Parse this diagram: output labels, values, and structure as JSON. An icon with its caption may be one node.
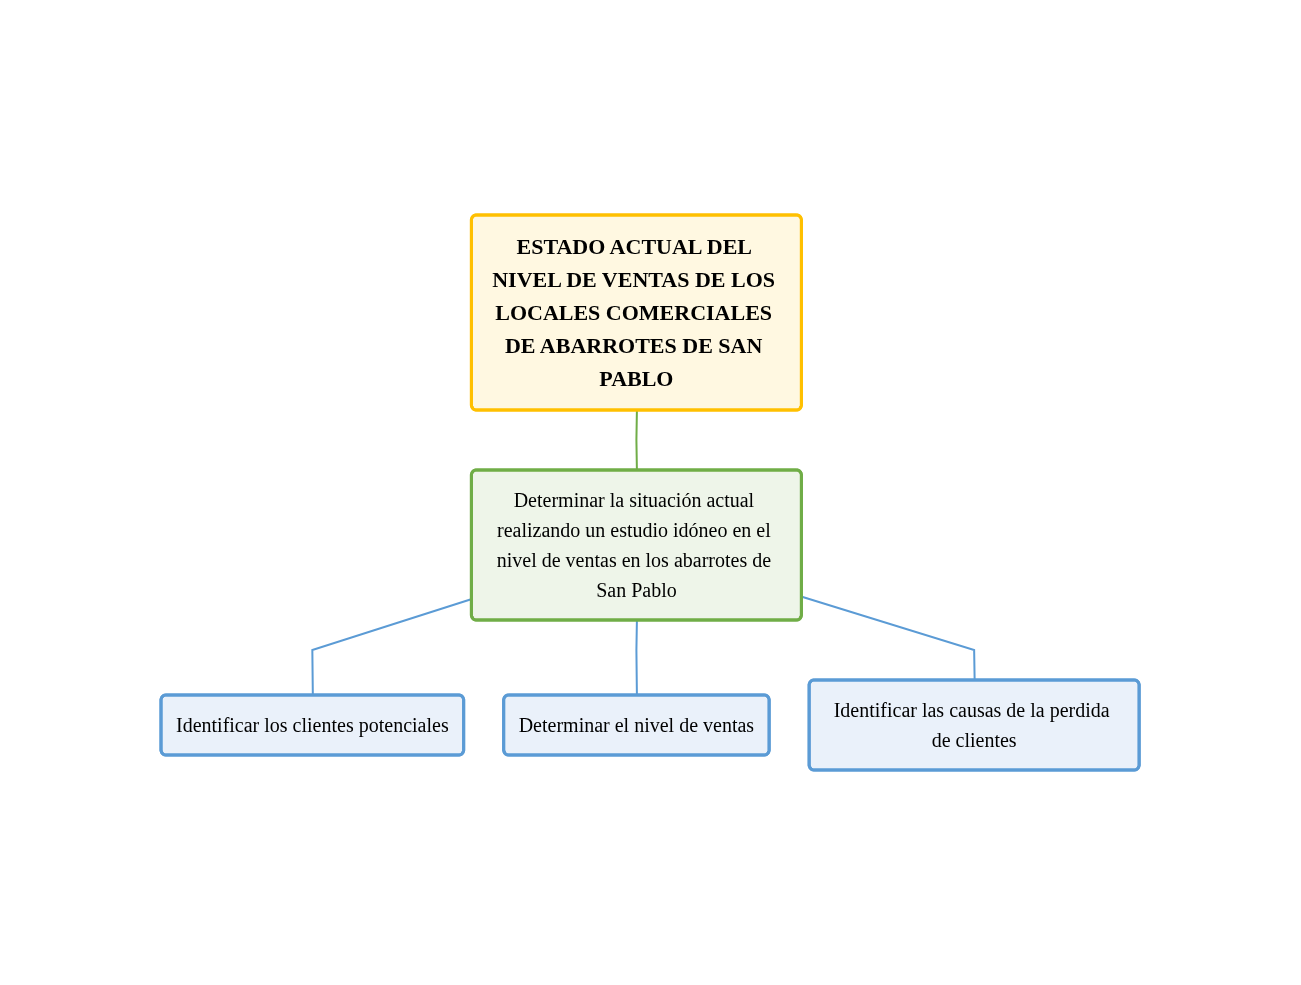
{
  "diagram": {
    "nodes": [
      {
        "text": [
          "ESTADO ACTUAL DEL NIVEL DE VENTAS DE LOS LOCALES COMERCIALES DE ABARROTES DE SAN PABLO"
        ]
      },
      {
        "text": [
          "Determinar la situación actual realizando un estudio idóneo en el nivel de ventas en los abarrotes de San Pablo"
        ]
      },
      {
        "text": [
          "Identificar los clientes potenciales"
        ]
      },
      {
        "text": [
          "Determinar el nivel de ventas"
        ]
      },
      {
        "text": [
          "Identificar las causas de la perdida de clientes"
        ]
      }
    ],
    "edges": [
      {
        "from": 0,
        "to": 1,
        "arrow": "none",
        "color": "#70ad47"
      },
      {
        "from": 1,
        "to": 2,
        "arrow": "none"
      },
      {
        "from": 1,
        "to": 3,
        "arrow": "none"
      },
      {
        "from": 1,
        "to": 4,
        "arrow": "none"
      }
    ]
  }
}
